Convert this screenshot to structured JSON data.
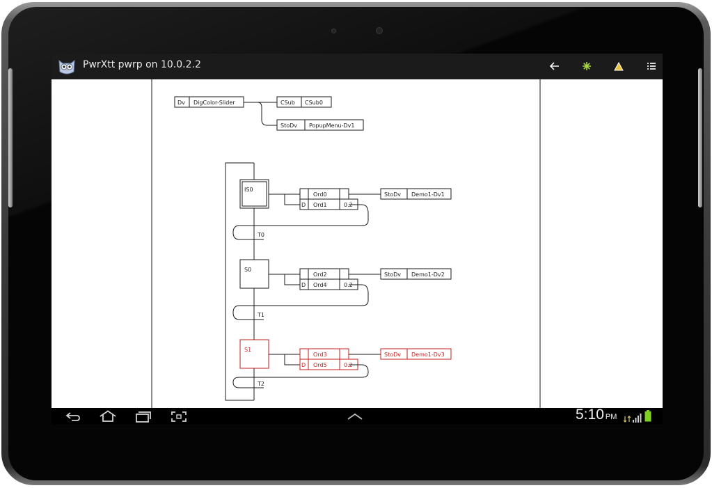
{
  "app": {
    "title": "PwrXtt pwrp on 10.0.2.2",
    "icon": "owl-icon"
  },
  "actionbar": {
    "buttons": [
      {
        "name": "back-arrow-icon",
        "color": "#f2f2f2"
      },
      {
        "name": "asterisk-icon",
        "color": "#a8d84a"
      },
      {
        "name": "warning-triangle-icon",
        "color": "#e8c53c"
      },
      {
        "name": "list-menu-icon",
        "color": "#d8d8d8"
      }
    ]
  },
  "diagram": {
    "top": {
      "dv_node": {
        "type": "Dv",
        "name": "DigColor-Slider"
      },
      "csub_node": {
        "type": "CSub",
        "name": "CSub0"
      },
      "stodv_node": {
        "type": "StoDv",
        "name": "PopupMenu-Dv1"
      }
    },
    "steps": [
      {
        "step": "IS0",
        "initial": true,
        "active": false,
        "orders": [
          {
            "name": "Ord0"
          },
          {
            "qualifier": "D",
            "name": "Ord1",
            "value": "0.2"
          }
        ],
        "stodv": {
          "type": "StoDv",
          "name": "Demo1-Dv1"
        },
        "transition": "T0"
      },
      {
        "step": "S0",
        "initial": false,
        "active": false,
        "orders": [
          {
            "name": "Ord2"
          },
          {
            "qualifier": "D",
            "name": "Ord4",
            "value": "0.2"
          }
        ],
        "stodv": {
          "type": "StoDv",
          "name": "Demo1-Dv2"
        },
        "transition": "T1"
      },
      {
        "step": "S1",
        "initial": false,
        "active": true,
        "orders": [
          {
            "name": "Ord3"
          },
          {
            "qualifier": "D",
            "name": "Ord5",
            "value": "0.2"
          }
        ],
        "stodv": {
          "type": "StoDv",
          "name": "Demo1-Dv3"
        },
        "transition": "T2"
      }
    ],
    "colors": {
      "line": "#1a1a1a",
      "active": "#c31e1e"
    }
  },
  "system_bar": {
    "nav": [
      "back-icon",
      "home-icon",
      "recent-apps-icon",
      "screenshot-icon",
      "chevron-up-icon"
    ],
    "time": "5:10",
    "ampm": "PM",
    "status_icons": [
      "data-transfer-icon",
      "signal-icon",
      "battery-icon"
    ],
    "battery_color": "#7ed321"
  }
}
